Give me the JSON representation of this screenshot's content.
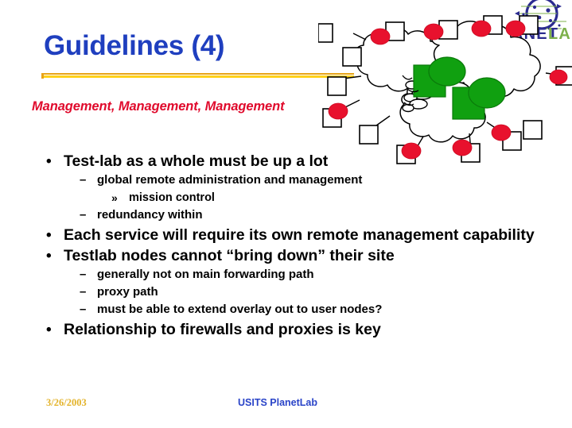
{
  "slide": {
    "title": "Guidelines (4)",
    "subtitle": "Management, Management, Management",
    "title_color": "#1F3FBF",
    "subtitle_color": "#E00A2C",
    "rule_colors": [
      "#E8A317",
      "#FFD11A"
    ],
    "background": "#FFFFFF"
  },
  "bullets": [
    {
      "level": 1,
      "marker": "•",
      "text": "Test-lab as a whole must be up a lot"
    },
    {
      "level": 2,
      "marker": "–",
      "text": "global remote administration and management"
    },
    {
      "level": 3,
      "marker": "»",
      "text": "mission control"
    },
    {
      "level": 2,
      "marker": "–",
      "text": "redundancy within"
    },
    {
      "level": 1,
      "marker": "•",
      "text": "Each service will require its own remote management capability"
    },
    {
      "level": 1,
      "marker": "•",
      "text": "Testlab nodes cannot “bring down” their site"
    },
    {
      "level": 2,
      "marker": "–",
      "text": "generally not on main forwarding path"
    },
    {
      "level": 2,
      "marker": "–",
      "text": "proxy path"
    },
    {
      "level": 2,
      "marker": "–",
      "text": "must be able to extend overlay out to user nodes?"
    },
    {
      "level": 1,
      "marker": "•",
      "text": "Relationship to firewalls and proxies is key"
    }
  ],
  "footer": {
    "date": "3/26/2003",
    "center": "USITS PlanetLab",
    "date_color": "#E3B32A",
    "center_color": "#2A44C8"
  },
  "graphic": {
    "name": "network-cloud-diagram",
    "description": "Three overlapping network clouds with node icons",
    "colors": {
      "cloud_fill": "#FFFFFF",
      "cloud_stroke": "#000000",
      "node_red": "#E8112D",
      "node_green": "#10A010",
      "square_fill": "#FFFFFF",
      "square_stroke": "#000000",
      "logo_blue": "#2B2B8F",
      "logo_green": "#7DB04A"
    },
    "logo": {
      "text_planet": "PLANET",
      "text_lab": "LAB"
    },
    "counts": {
      "clouds": 3,
      "red_nodes": 10,
      "white_squares": 14,
      "green_nodes": 2
    }
  }
}
